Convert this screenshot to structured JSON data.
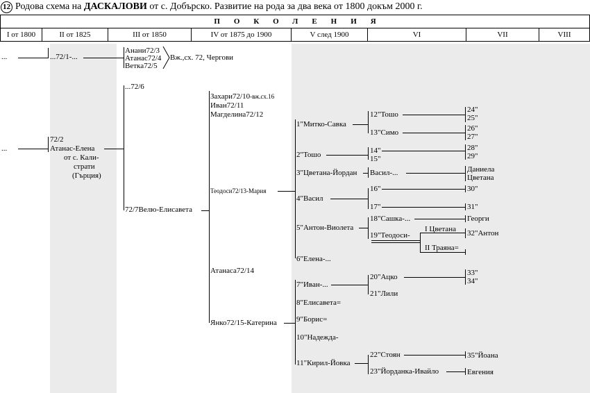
{
  "header": {
    "number": "12",
    "title_prefix": "Родова схема на ",
    "family_name": "ДАСКАЛОВИ",
    "title_suffix": " от с. Добърско. Развитие на рода за два века от 1800 докъм 2000 г."
  },
  "generations_label": "ПОКОЛЕНИЯ",
  "columns": [
    "I от 1800",
    "II от 1825",
    "III от 1850",
    "IV от 1875 до 1900",
    "V след 1900",
    "VI",
    "VII",
    "VIII"
  ],
  "tree": {
    "c1": {
      "dots_top": "...",
      "dots_mid": "..."
    },
    "c2": {
      "top": "...72/1-...",
      "atanas_num": "72/2",
      "atanas_name": "Атанас-Елена",
      "atanas_from1": "от с. Кали-",
      "atanas_from2": "страти",
      "atanas_from3": "(Гърция)"
    },
    "c3": {
      "anani": "Анани72/3",
      "atanas": "Атанас72/4",
      "vetka": "Ветка72/5",
      "brace_note": "Вж.,сх. 72, Чергови",
      "n726": "...72/6",
      "velyu": "72/7Велю-Елисавета"
    },
    "c4": {
      "zahari": "Захари72/10",
      "zahari_note": "-вж.сх.16",
      "ivan": "Иван72/11",
      "magdelina": "Магделина72/12",
      "teodosi": "Теодоси72/13-Мария",
      "atanasa": "Атанаса72/14",
      "yanko": "Янко72/15-Катерина"
    },
    "c5": {
      "m1": "1\"Митко-Савка",
      "m2": "2\"Тошо",
      "m3": "3\"Цветана-Йордан",
      "m4": "4\"Васил",
      "m5": "5\"Антон-Виолета",
      "m6": "6\"Елена-...",
      "m7": "7\"Иван-...",
      "m8": "8\"Елисавета=",
      "m9": "9\"Борис=",
      "m10": "10\"Надежда-",
      "m11": "11\"Кирил-Йовка"
    },
    "c6": {
      "k12": "12\"Тошо",
      "k13": "13\"Симо",
      "k14": "14\"",
      "k15": "15\"",
      "vasil": "Васил-...",
      "k16": "16\"",
      "k17": "17\"",
      "k18": "18\"Сашка-...",
      "k19": "19\"Теодоси-",
      "k20": "20\"Ацко",
      "k21": "21\"Лили",
      "k22": "22\"Стоян",
      "k23": "23\"Йорданка-Ивайло"
    },
    "c7": {
      "k24": "24\"",
      "k25": "25\"",
      "k26": "26\"",
      "k27": "27\"",
      "k28": "28\"",
      "k29": "29\"",
      "daniela": "Даниела",
      "tsvetana": "Цветана",
      "k30": "30\"",
      "k31": "31\"",
      "georgi": "Георги",
      "i_tsvetana": "I Цветана",
      "k32": "32\"Антон",
      "ii_trayana": "II Траяна=",
      "k33": "33\"",
      "k34": "34\"",
      "k35": "35\"Йоана",
      "evgenia": "Евгения"
    }
  }
}
